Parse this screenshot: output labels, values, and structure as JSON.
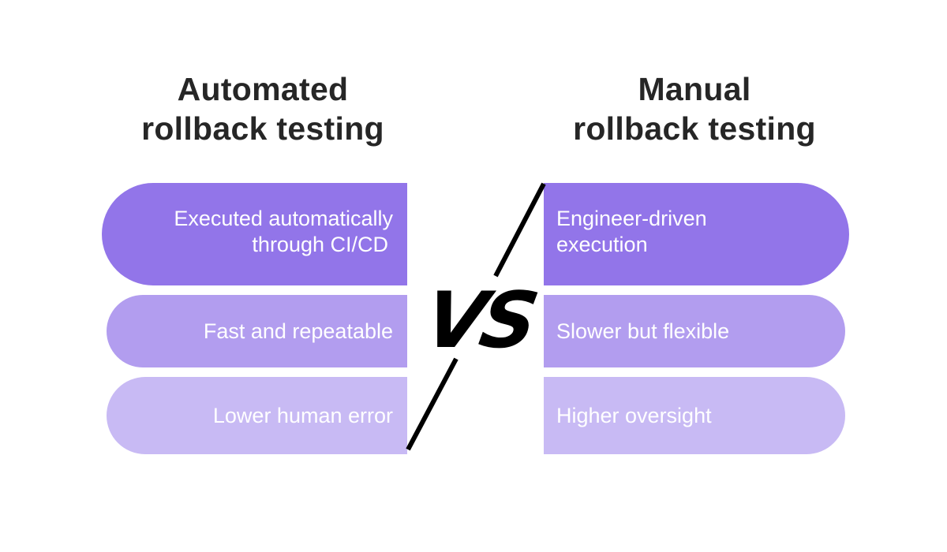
{
  "headings": {
    "left": [
      "Automated",
      "rollback testing"
    ],
    "right": [
      "Manual",
      "rollback testing"
    ]
  },
  "vs_label": "VS",
  "left_items": [
    {
      "lines": [
        "Executed automatically",
        "through CI/CD"
      ]
    },
    {
      "lines": [
        "Fast and repeatable"
      ]
    },
    {
      "lines": [
        "Lower human error"
      ]
    }
  ],
  "right_items": [
    {
      "lines": [
        "Engineer-driven",
        "execution"
      ]
    },
    {
      "lines": [
        "Slower but flexible"
      ]
    },
    {
      "lines": [
        "Higher oversight"
      ]
    }
  ],
  "colors": {
    "heading": "#262626",
    "pill_dark": "#9275E9",
    "pill_medium": "#B29DEF",
    "pill_light": "#C8BAF4",
    "divider": "#000000"
  }
}
